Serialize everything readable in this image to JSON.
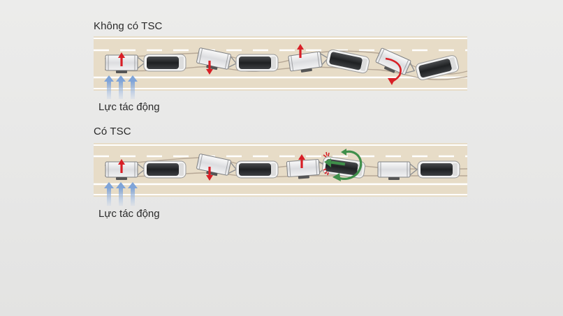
{
  "panels": [
    {
      "title": "Không có TSC",
      "force_label": "Lực tác động"
    },
    {
      "title": "Có TSC",
      "force_label": "Lực tác động"
    }
  ],
  "colors": {
    "road": "#e6dcc8",
    "lane_line": "#ffffff",
    "trail": "#b7a896",
    "force_arrow": "#a9c2e6",
    "sway_arrow": "#d81f26",
    "tsc_arrow": "#3f8f4a",
    "car_body": "#2f3133",
    "trailer_body": "#e9eaec"
  },
  "icons": [
    "force-arrow-icon",
    "sway-arrow-icon",
    "rotation-arrow-icon",
    "brake-spark-icon"
  ]
}
